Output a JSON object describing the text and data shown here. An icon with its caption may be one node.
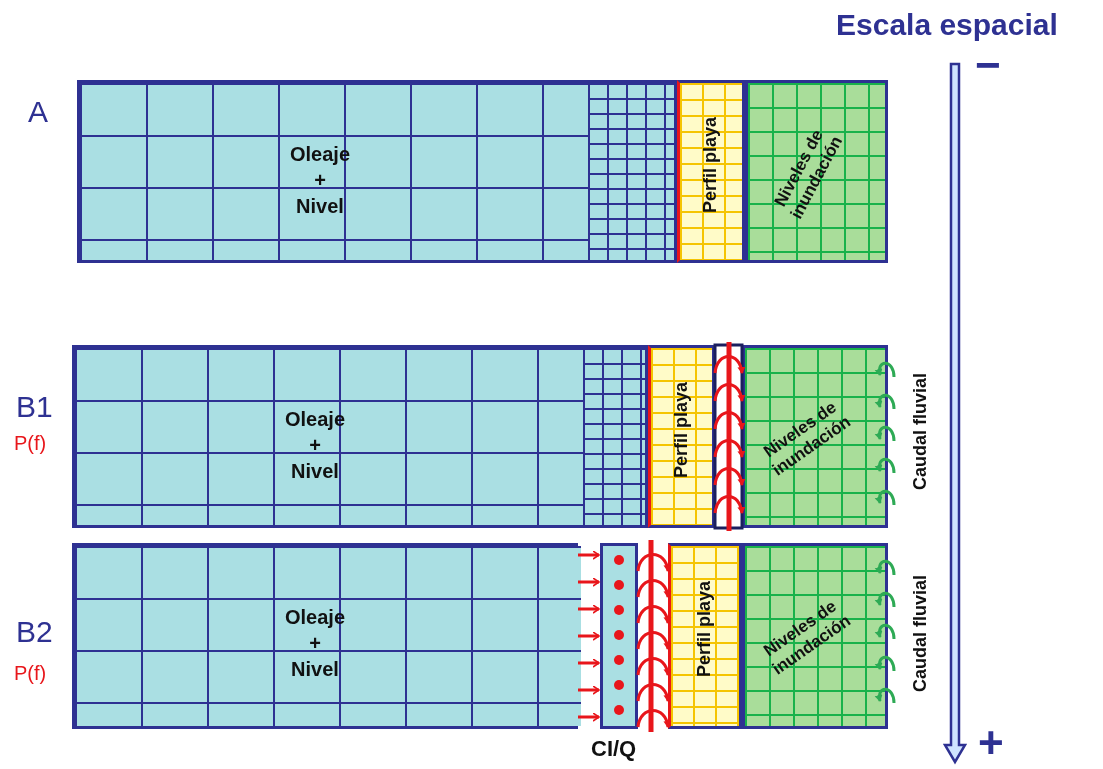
{
  "diagram": {
    "nodes": [
      {
        "text": [
          "Oleaje + Nivel"
        ]
      },
      {
        "text": [
          "Perfil playa"
        ]
      },
      {
        "text": [
          "Niveles de inundación"
        ]
      },
      {
        "text": [
          "Oleaje + Nivel"
        ]
      },
      {
        "text": [
          "Perfil playa"
        ]
      },
      {
        "text": [
          "Niveles de inundación"
        ]
      },
      {
        "text": [
          "Oleaje + Nivel"
        ]
      },
      {
        "text": [
          "CI/Q"
        ]
      },
      {
        "text": [
          "Perfil playa"
        ]
      },
      {
        "text": [
          "Niveles de inundación"
        ]
      }
    ],
    "edges": [
      {
        "from": 4,
        "to": 5,
        "arrow": "to"
      },
      {
        "from": 4,
        "to": 5,
        "arrow": "to"
      },
      {
        "from": 4,
        "to": 5,
        "arrow": "to"
      },
      {
        "from": 4,
        "to": 5,
        "arrow": "to"
      },
      {
        "from": 4,
        "to": 5,
        "arrow": "to"
      },
      {
        "from": 4,
        "to": 5,
        "arrow": "to"
      },
      {
        "from": null,
        "to": 5,
        "arrow": "to",
        "color": "#2eaa55"
      },
      {
        "from": null,
        "to": 5,
        "arrow": "to",
        "color": "#2eaa55"
      },
      {
        "from": null,
        "to": 5,
        "arrow": "to",
        "color": "#2eaa55"
      },
      {
        "from": null,
        "to": 5,
        "arrow": "to",
        "color": "#2eaa55"
      },
      {
        "from": null,
        "to": 5,
        "arrow": "to",
        "color": "#2eaa55"
      },
      {
        "from": 6,
        "to": 7,
        "arrow": "to"
      },
      {
        "from": 6,
        "to": 7,
        "arrow": "to"
      },
      {
        "from": 6,
        "to": 7,
        "arrow": "to"
      },
      {
        "from": 6,
        "to": 7,
        "arrow": "to"
      },
      {
        "from": 6,
        "to": 7,
        "arrow": "to"
      },
      {
        "from": 6,
        "to": 7,
        "arrow": "to"
      },
      {
        "from": 6,
        "to": 7,
        "arrow": "to"
      },
      {
        "from": 7,
        "to": 8,
        "arrow": "to"
      },
      {
        "from": 7,
        "to": 8,
        "arrow": "to"
      },
      {
        "from": 7,
        "to": 8,
        "arrow": "to"
      },
      {
        "from": 7,
        "to": 8,
        "arrow": "to"
      },
      {
        "from": 7,
        "to": 8,
        "arrow": "to"
      },
      {
        "from": 7,
        "to": 8,
        "arrow": "to"
      },
      {
        "from": 7,
        "to": 8,
        "arrow": "to"
      },
      {
        "from": null,
        "to": 9,
        "arrow": "to",
        "color": "#2eaa55"
      },
      {
        "from": null,
        "to": 9,
        "arrow": "to",
        "color": "#2eaa55"
      },
      {
        "from": null,
        "to": 9,
        "arrow": "to",
        "color": "#2eaa55"
      },
      {
        "from": null,
        "to": 9,
        "arrow": "to",
        "color": "#2eaa55"
      },
      {
        "from": null,
        "to": 9,
        "arrow": "to",
        "color": "#2eaa55"
      }
    ],
    "labels": [
      "Escala espacial",
      "−",
      "A",
      "B1",
      "P(f)",
      "Caudal fluvial",
      "B2",
      "P(f)",
      "Caudal fluvial",
      "+"
    ]
  }
}
